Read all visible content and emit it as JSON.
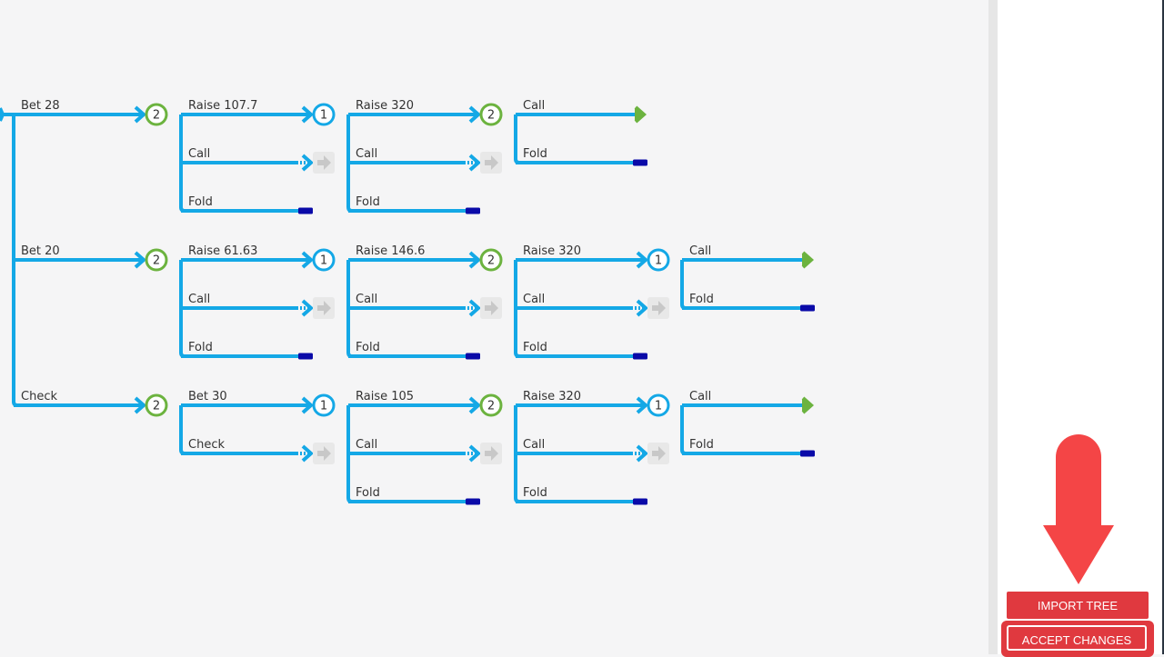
{
  "colors": {
    "edge": "#14a8e6",
    "player1": "#14a8e6",
    "player2": "#6cb33f",
    "fold": "#0a0aa8",
    "end": "#6cb33f",
    "pending": "#c8c8c8",
    "accent": "#e0393f"
  },
  "tree": [
    {
      "label": "Bet 28",
      "end": "node",
      "player": "2",
      "children": [
        {
          "label": "Raise 107.7",
          "end": "node",
          "player": "1",
          "children": [
            {
              "label": "Raise 320",
              "end": "node",
              "player": "2",
              "children": [
                {
                  "label": "Call",
                  "end": "terminal-arrow"
                },
                {
                  "label": "Fold",
                  "end": "fold"
                }
              ]
            },
            {
              "label": "Call",
              "end": "pending"
            },
            {
              "label": "Fold",
              "end": "fold"
            }
          ]
        },
        {
          "label": "Call",
          "end": "pending"
        },
        {
          "label": "Fold",
          "end": "fold"
        }
      ]
    },
    {
      "label": "Bet 20",
      "end": "node",
      "player": "2",
      "children": [
        {
          "label": "Raise 61.63",
          "end": "node",
          "player": "1",
          "children": [
            {
              "label": "Raise 146.6",
              "end": "node",
              "player": "2",
              "children": [
                {
                  "label": "Raise 320",
                  "end": "node",
                  "player": "1",
                  "children": [
                    {
                      "label": "Call",
                      "end": "terminal-arrow"
                    },
                    {
                      "label": "Fold",
                      "end": "fold"
                    }
                  ]
                },
                {
                  "label": "Call",
                  "end": "pending"
                },
                {
                  "label": "Fold",
                  "end": "fold"
                }
              ]
            },
            {
              "label": "Call",
              "end": "pending"
            },
            {
              "label": "Fold",
              "end": "fold"
            }
          ]
        },
        {
          "label": "Call",
          "end": "pending"
        },
        {
          "label": "Fold",
          "end": "fold"
        }
      ]
    },
    {
      "label": "Check",
      "end": "node",
      "player": "2",
      "children": [
        {
          "label": "Bet 30",
          "end": "node",
          "player": "1",
          "children": [
            {
              "label": "Raise 105",
              "end": "node",
              "player": "2",
              "children": [
                {
                  "label": "Raise 320",
                  "end": "node",
                  "player": "1",
                  "children": [
                    {
                      "label": "Call",
                      "end": "terminal-arrow"
                    },
                    {
                      "label": "Fold",
                      "end": "fold"
                    }
                  ]
                },
                {
                  "label": "Call",
                  "end": "pending"
                },
                {
                  "label": "Fold",
                  "end": "fold"
                }
              ]
            },
            {
              "label": "Call",
              "end": "pending"
            },
            {
              "label": "Fold",
              "end": "fold"
            }
          ]
        },
        {
          "label": "Check",
          "end": "pending"
        }
      ]
    }
  ],
  "panel": {
    "import_label": "IMPORT TREE",
    "accept_label": "ACCEPT CHANGES"
  }
}
